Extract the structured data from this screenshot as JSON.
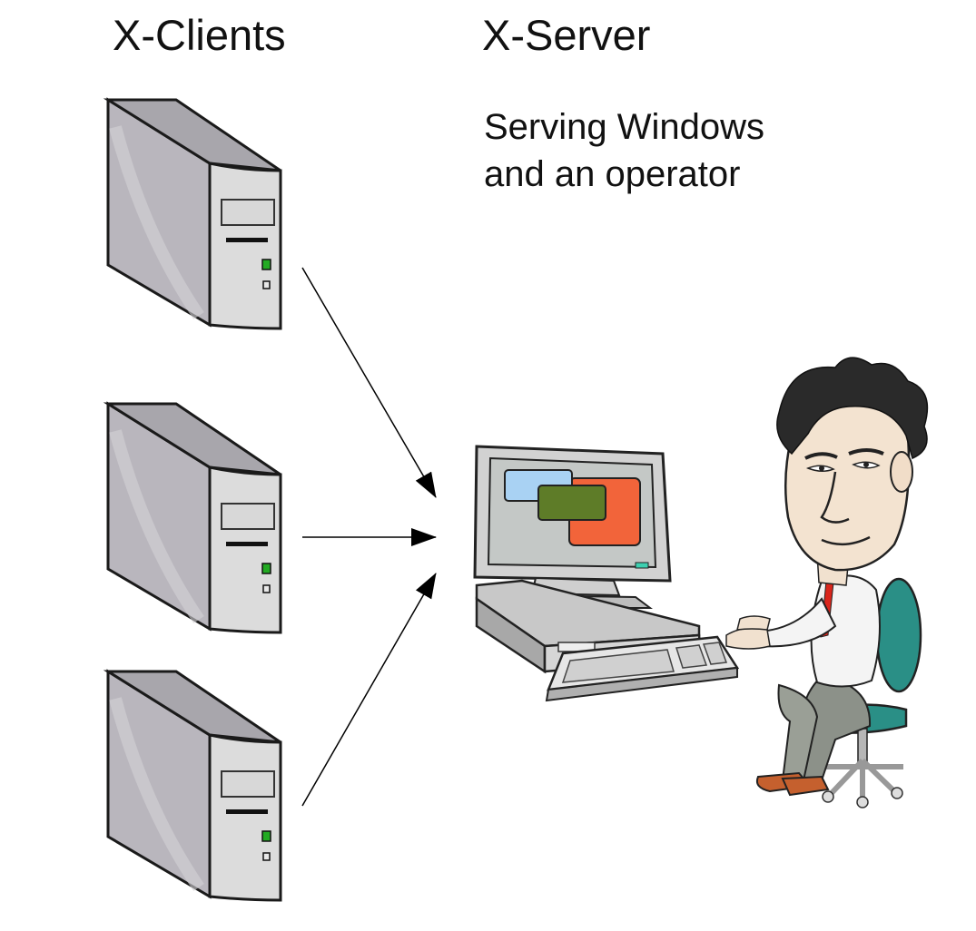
{
  "labels": {
    "clients_heading": "X-Clients",
    "server_heading": "X-Server",
    "server_description": {
      "line1": "Serving Windows",
      "line2": "and an operator"
    }
  },
  "diagram": {
    "client_count": 3,
    "arrows_from": [
      "client-top",
      "client-middle",
      "client-bottom"
    ],
    "arrows_to": "workstation",
    "colors": {
      "tower_side": "#b9b6bd",
      "tower_front": "#dcdcdc",
      "led_green": "#22aa22",
      "window_blue": "#a9d2f3",
      "window_green": "#5e7c28",
      "window_orange": "#f2643a",
      "chair_teal": "#2a8f86"
    }
  }
}
